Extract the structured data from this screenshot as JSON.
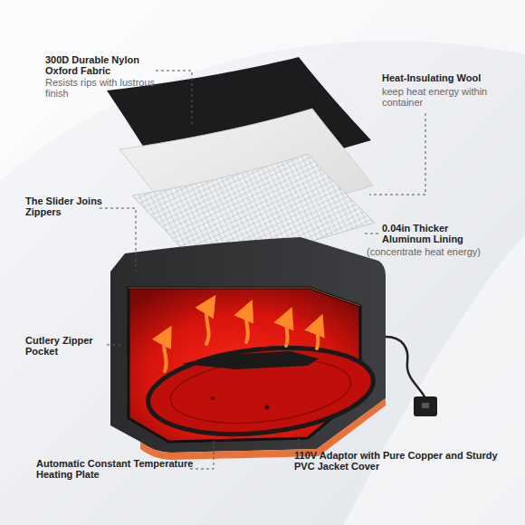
{
  "diagram": {
    "labels": [
      "300D Durable Nylon Oxford Fabric",
      "Resists rips with lustrous finish",
      "Heat-Insulating Wool",
      "keep heat energy within container",
      "The Slider Joins Zippers",
      "0.04in Thicker Aluminum Lining",
      "(concentrate heat energy)",
      "Cutlery Zipper Pocket",
      "Automatic Constant Temperature Heating Plate",
      "110V Adaptor with Pure Copper and Sturdy PVC Jacket Cover"
    ]
  }
}
